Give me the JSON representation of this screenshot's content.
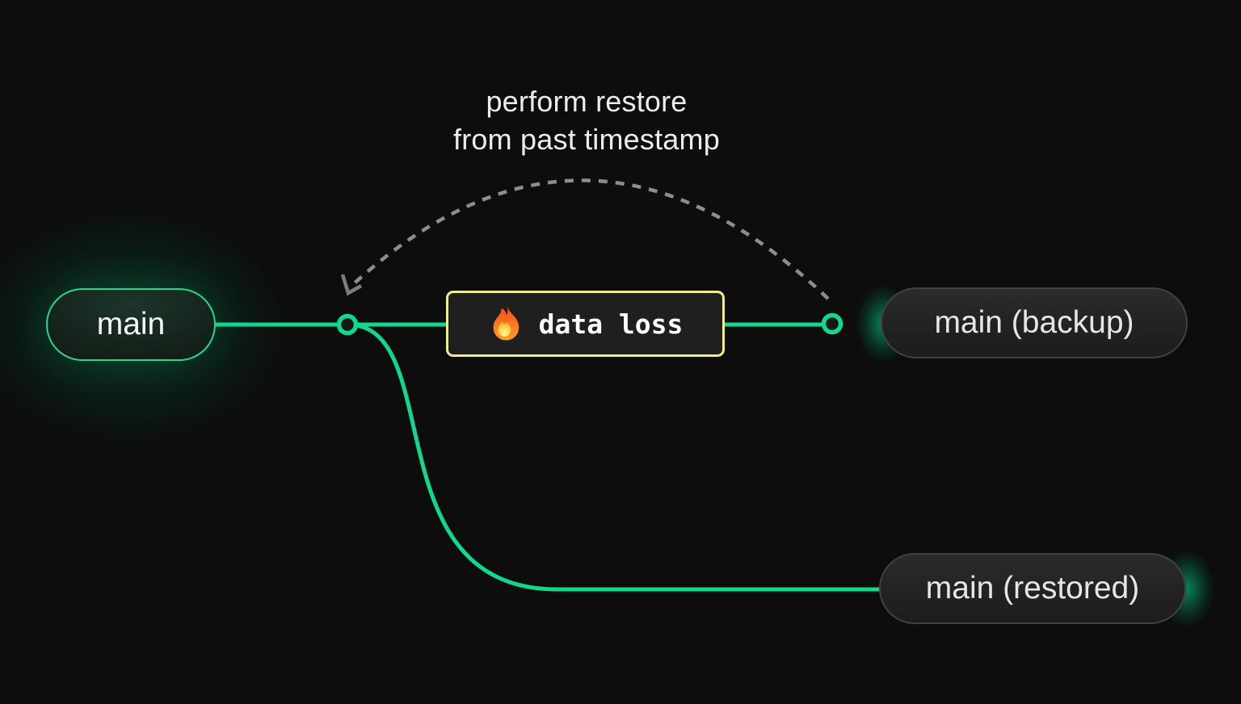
{
  "annotation": {
    "line1": "perform restore",
    "line2": "from past timestamp"
  },
  "nodes": {
    "main": {
      "label": "main"
    },
    "data_loss": {
      "label": "data loss",
      "icon": "fire-icon"
    },
    "backup": {
      "label": "main (backup)"
    },
    "restored": {
      "label": "main (restored)"
    }
  },
  "edges": [
    {
      "from": "main",
      "to": "main (backup)",
      "through": "data loss",
      "style": "solid-green"
    },
    {
      "from": "main",
      "to": "main (restored)",
      "style": "solid-green-branch"
    },
    {
      "from": "main (backup)",
      "to": "main",
      "style": "dashed-gray-arrow",
      "meaning": "perform restore from past timestamp"
    }
  ],
  "colors": {
    "background": "#0c0d0c",
    "accent_green": "#10d88c",
    "warning_yellow": "#f1ec8b",
    "dash_gray": "#8d8d8d",
    "node_fill_dark": "#222222",
    "text_light": "#ececec"
  }
}
